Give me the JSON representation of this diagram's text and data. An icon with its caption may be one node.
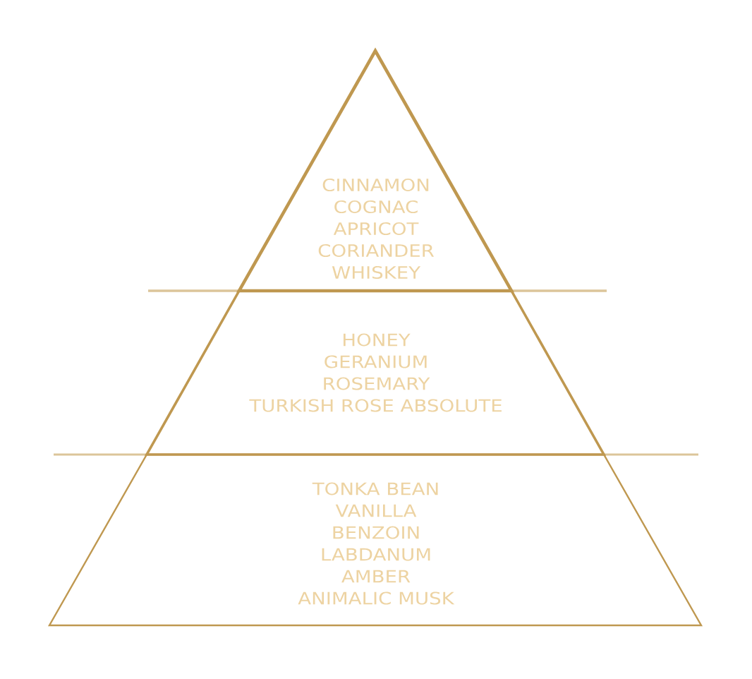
{
  "diagram": {
    "nodes": [
      {
        "text": [
          "CINNAMON",
          "COGNAC",
          "APRICOT",
          "CORIANDER",
          "WHISKEY"
        ]
      },
      {
        "text": [
          "HONEY",
          "GERANIUM",
          "ROSEMARY",
          "TURKISH ROSE ABSOLUTE"
        ]
      },
      {
        "text": [
          "TONKA BEAN",
          "VANILLA",
          "BENZOIN",
          "LABDANUM",
          "AMBER",
          "ANIMALIC MUSK"
        ]
      }
    ]
  }
}
